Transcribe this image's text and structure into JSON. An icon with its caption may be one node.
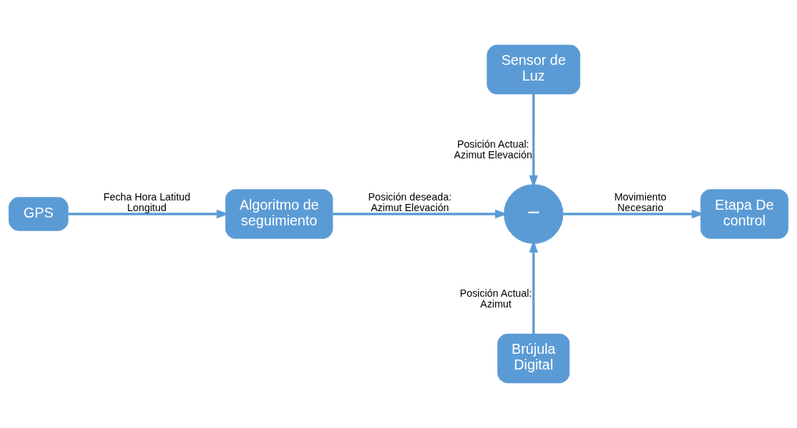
{
  "diagram": {
    "nodes": [
      {
        "text": [
          "GPS"
        ]
      },
      {
        "text": [
          "Algoritmo de seguimiento"
        ]
      },
      {
        "text": [
          "Sensor de Luz"
        ]
      },
      {
        "text": [
          "−"
        ]
      },
      {
        "text": [
          "Etapa De control"
        ]
      },
      {
        "text": [
          "Brújula Digital"
        ]
      }
    ],
    "edges": [
      {
        "from": 0,
        "to": 1,
        "arrow": "to",
        "label": "Fecha Hora Latitud Longitud"
      },
      {
        "from": 1,
        "to": 3,
        "arrow": "to",
        "label": "Posición deseada: Azimut Elevación"
      },
      {
        "from": 2,
        "to": 3,
        "arrow": "to",
        "label": "Posición Actual: Azimut Elevación"
      },
      {
        "from": 3,
        "to": 4,
        "arrow": "to",
        "label": "Movimiento Necesario"
      },
      {
        "from": 5,
        "to": 3,
        "arrow": "to",
        "label": "Posición Actual: Azimut"
      }
    ]
  }
}
